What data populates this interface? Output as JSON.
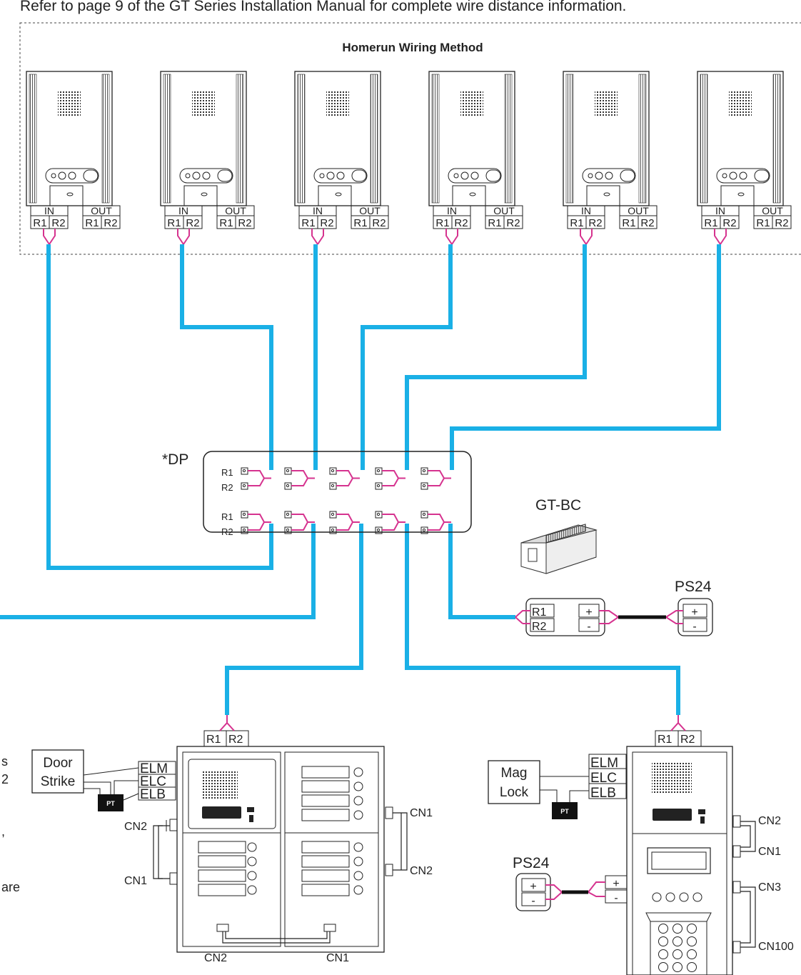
{
  "header": {
    "note": "Refer to page 9 of the GT Series Installation Manual for complete wire distance information.",
    "section_title": "Homerun Wiring Method"
  },
  "units": {
    "in_label": "IN",
    "out_label": "OUT",
    "r1": "R1",
    "r2": "R2",
    "count": 6
  },
  "dp": {
    "label": "*DP",
    "r1": "R1",
    "r2": "R2"
  },
  "gtbc": {
    "label": "GT-BC",
    "r1": "R1",
    "r2": "R2",
    "plus": "+",
    "minus": "-"
  },
  "ps24_top": {
    "label": "PS24",
    "plus": "+",
    "minus": "-"
  },
  "ps24_bottom": {
    "label": "PS24",
    "plus": "+",
    "minus": "-"
  },
  "left_station": {
    "r1": "R1",
    "r2": "R2",
    "elm": "ELM",
    "elc": "ELC",
    "elb": "ELB",
    "door_strike_line1": "Door",
    "door_strike_line2": "Strike",
    "pt": "PT",
    "cn1": "CN1",
    "cn2": "CN2"
  },
  "right_station": {
    "r1": "R1",
    "r2": "R2",
    "elm": "ELM",
    "elc": "ELC",
    "elb": "ELB",
    "lock_line1": "Mag",
    "lock_line2": "Lock",
    "pt": "PT",
    "cn1": "CN1",
    "cn2": "CN2",
    "cn3": "CN3",
    "cn100": "CN100",
    "plus": "+",
    "minus": "-"
  },
  "left_edge_fragments": [
    "s",
    "2",
    ",",
    "are"
  ],
  "colors": {
    "wire": "#1ab0e6",
    "conductor": "#d6338f",
    "line": "#222222",
    "pt_fill": "#111111"
  }
}
